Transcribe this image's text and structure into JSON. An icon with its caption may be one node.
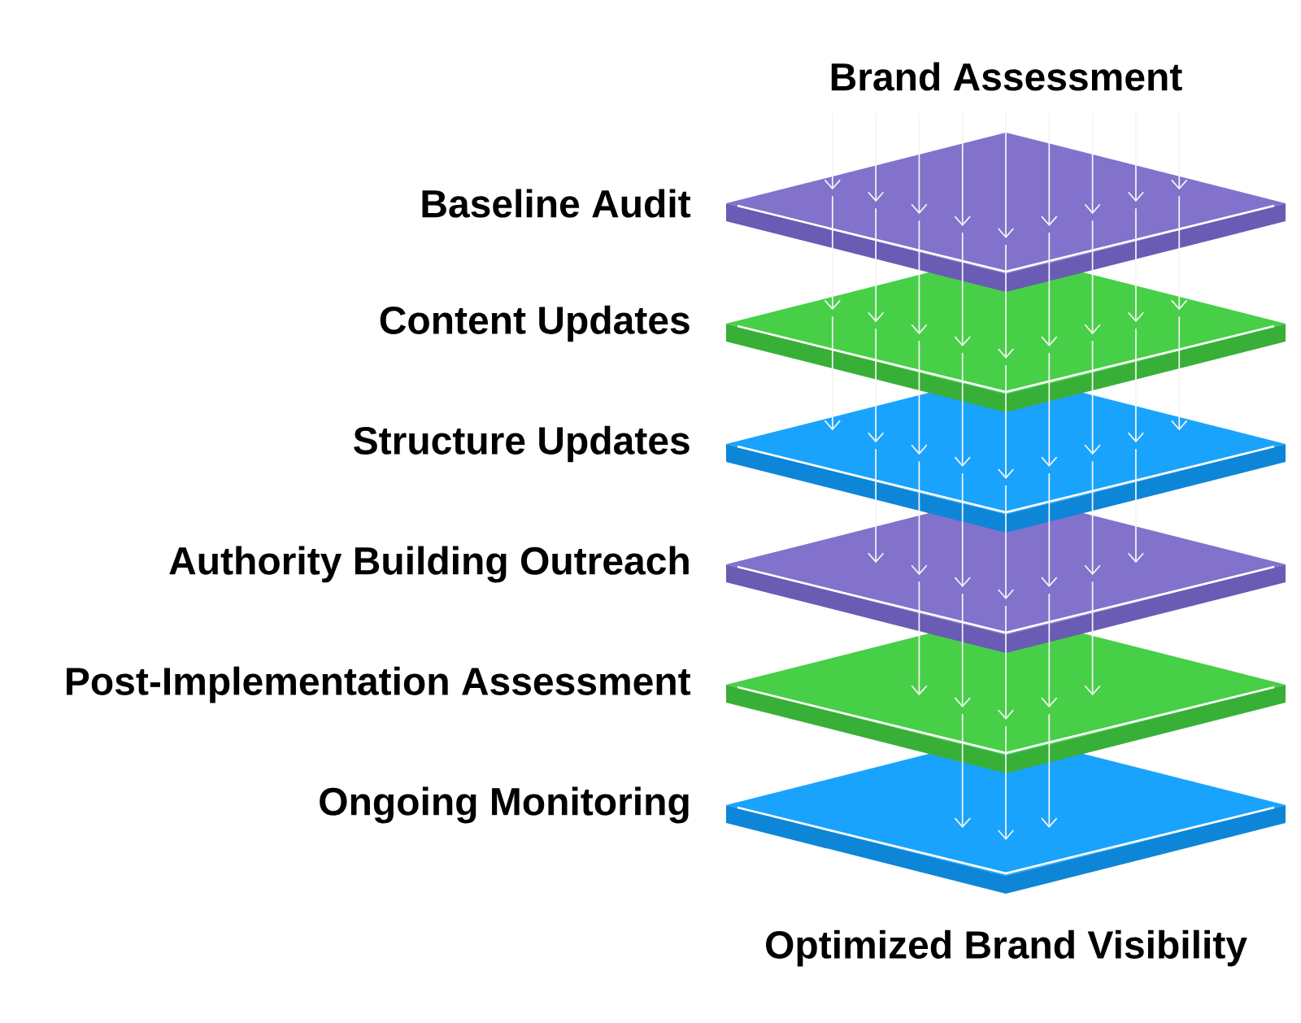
{
  "diagram": {
    "title": "Brand Assessment",
    "caption": "Optimized Brand Visibility",
    "nodes": [
      {
        "text": [
          "Baseline Audit"
        ]
      },
      {
        "text": [
          "Content Updates"
        ]
      },
      {
        "text": [
          "Structure Updates"
        ]
      },
      {
        "text": [
          "Authority Building Outreach"
        ]
      },
      {
        "text": [
          "Post-Implementation Assessment"
        ]
      },
      {
        "text": [
          "Ongoing Monitoring"
        ]
      }
    ],
    "edges": [
      {
        "from": null,
        "to": 0,
        "arrow": "to"
      },
      {
        "from": null,
        "to": 0,
        "arrow": "to"
      },
      {
        "from": null,
        "to": 0,
        "arrow": "to"
      },
      {
        "from": null,
        "to": 0,
        "arrow": "to"
      },
      {
        "from": null,
        "to": 0,
        "arrow": "to"
      },
      {
        "from": null,
        "to": 0,
        "arrow": "to"
      },
      {
        "from": null,
        "to": 0,
        "arrow": "to"
      },
      {
        "from": null,
        "to": 0,
        "arrow": "to"
      },
      {
        "from": null,
        "to": 0,
        "arrow": "to"
      },
      {
        "from": 0,
        "to": 1,
        "arrow": "to"
      },
      {
        "from": 0,
        "to": 1,
        "arrow": "to"
      },
      {
        "from": 0,
        "to": 1,
        "arrow": "to"
      },
      {
        "from": 0,
        "to": 1,
        "arrow": "to"
      },
      {
        "from": 0,
        "to": 1,
        "arrow": "to"
      },
      {
        "from": 0,
        "to": 1,
        "arrow": "to"
      },
      {
        "from": 0,
        "to": 1,
        "arrow": "to"
      },
      {
        "from": 0,
        "to": 1,
        "arrow": "to"
      },
      {
        "from": 0,
        "to": 1,
        "arrow": "to"
      },
      {
        "from": 1,
        "to": 2,
        "arrow": "to"
      },
      {
        "from": 1,
        "to": 2,
        "arrow": "to"
      },
      {
        "from": 1,
        "to": 2,
        "arrow": "to"
      },
      {
        "from": 1,
        "to": 2,
        "arrow": "to"
      },
      {
        "from": 1,
        "to": 2,
        "arrow": "to"
      },
      {
        "from": 1,
        "to": 2,
        "arrow": "to"
      },
      {
        "from": 1,
        "to": 2,
        "arrow": "to"
      },
      {
        "from": 1,
        "to": 2,
        "arrow": "to"
      },
      {
        "from": 1,
        "to": 2,
        "arrow": "to"
      },
      {
        "from": 2,
        "to": 3,
        "arrow": "to"
      },
      {
        "from": 2,
        "to": 3,
        "arrow": "to"
      },
      {
        "from": 2,
        "to": 3,
        "arrow": "to"
      },
      {
        "from": 2,
        "to": 3,
        "arrow": "to"
      },
      {
        "from": 2,
        "to": 3,
        "arrow": "to"
      },
      {
        "from": 2,
        "to": 3,
        "arrow": "to"
      },
      {
        "from": 2,
        "to": 3,
        "arrow": "to"
      },
      {
        "from": 3,
        "to": 4,
        "arrow": "to"
      },
      {
        "from": 3,
        "to": 4,
        "arrow": "to"
      },
      {
        "from": 3,
        "to": 4,
        "arrow": "to"
      },
      {
        "from": 3,
        "to": 4,
        "arrow": "to"
      },
      {
        "from": 3,
        "to": 4,
        "arrow": "to"
      },
      {
        "from": 4,
        "to": 5,
        "arrow": "to"
      },
      {
        "from": 4,
        "to": 5,
        "arrow": "to"
      },
      {
        "from": 4,
        "to": 5,
        "arrow": "to"
      }
    ]
  }
}
